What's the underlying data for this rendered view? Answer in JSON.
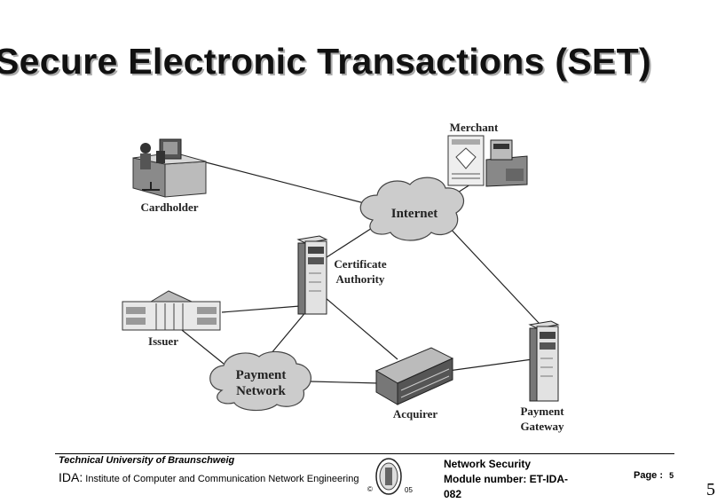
{
  "title": "Secure Electronic Transactions (SET)",
  "diagram": {
    "cardholder": "Cardholder",
    "merchant": "Merchant",
    "internet": "Internet",
    "ca_line1": "Certificate",
    "ca_line2": "Authority",
    "issuer": "Issuer",
    "payment_network_line1": "Payment",
    "payment_network_line2": "Network",
    "acquirer": "Acquirer",
    "gateway_line1": "Payment",
    "gateway_line2": "Gateway"
  },
  "footer": {
    "university": "Technical University of Braunschweig",
    "ida_abbr": "IDA:",
    "ida_name": " Institute of Computer and Communication Network Engineering",
    "copyright": "©",
    "year": "05",
    "course_line1": "Network Security",
    "course_line2": "Module number: ET-IDA-",
    "course_line3": "082",
    "page_label": "Page :",
    "page_number": "5",
    "slide_number": "5"
  }
}
